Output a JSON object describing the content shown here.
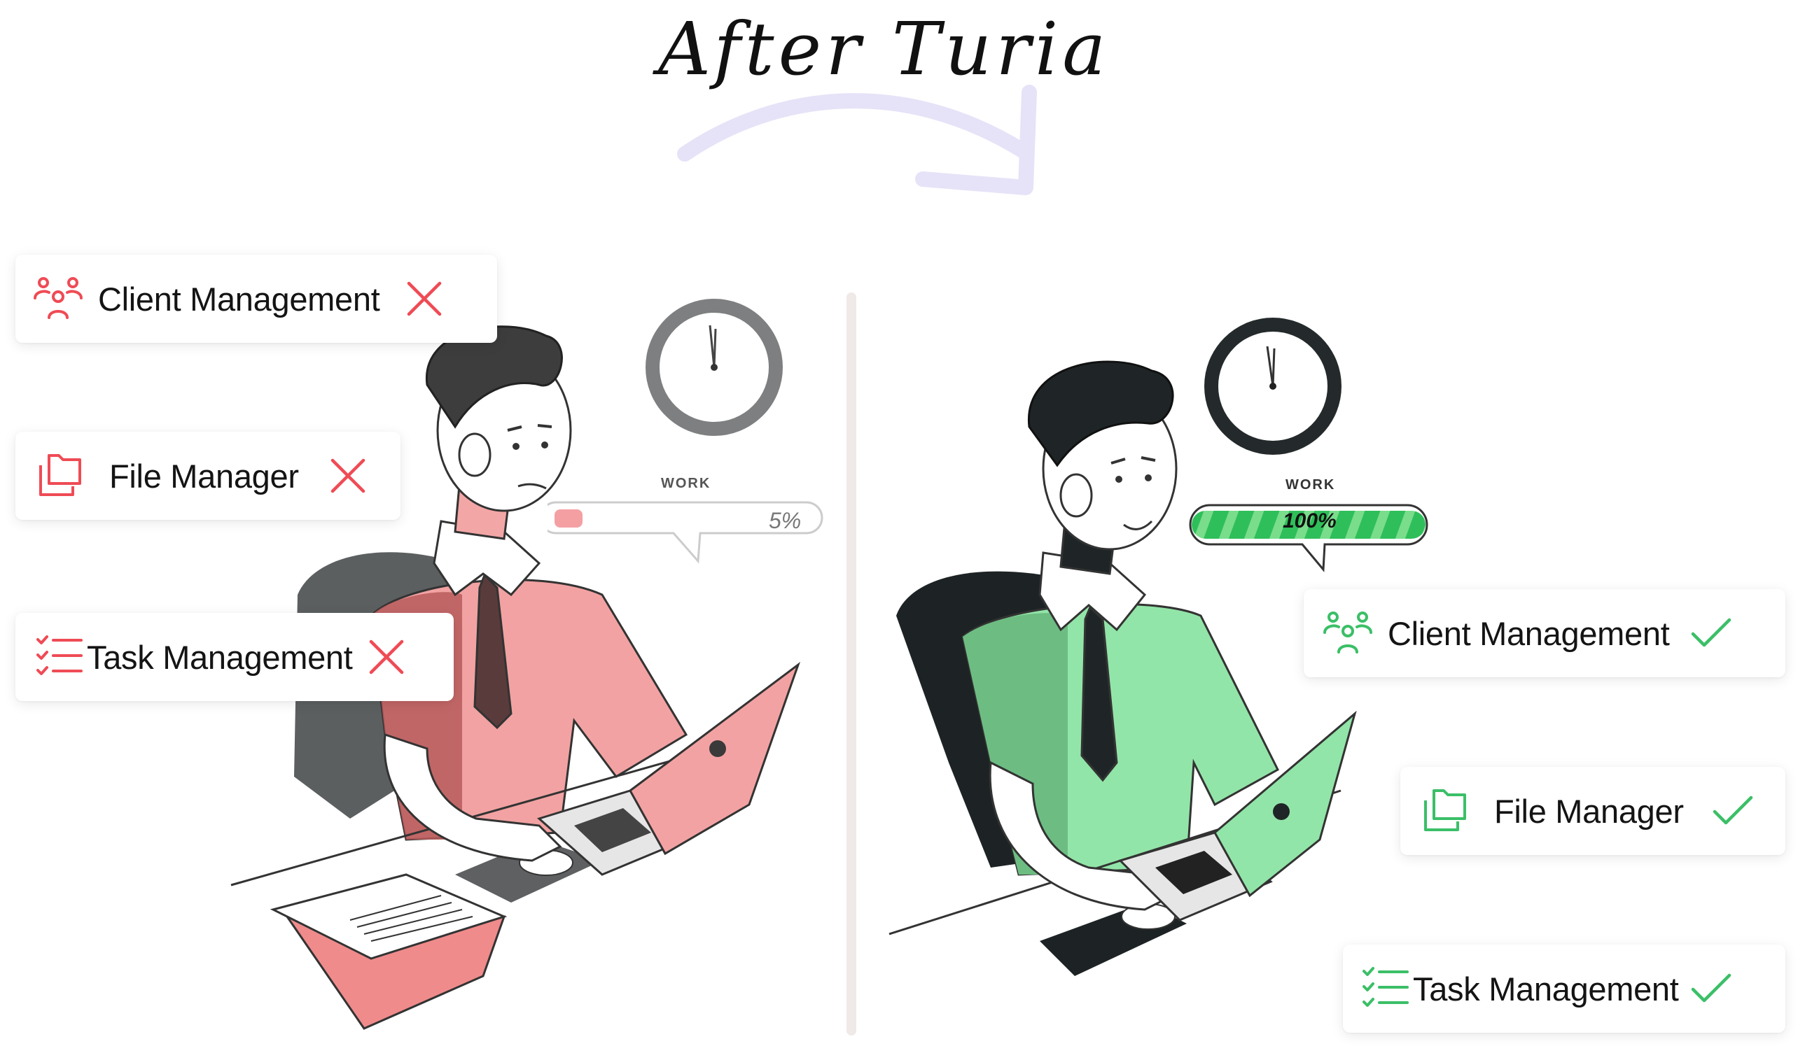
{
  "title": "After Turia",
  "colors": {
    "bad": "#ef4b55",
    "good": "#3bbf67",
    "divider": "#efe9e7",
    "arrow": "#e6e3f8"
  },
  "before": {
    "cards": [
      {
        "label": "Client Management",
        "icon": "users-icon",
        "status": "cross-icon"
      },
      {
        "label": "File Manager",
        "icon": "folders-icon",
        "status": "cross-icon"
      },
      {
        "label": "Task Management",
        "icon": "checklist-icon",
        "status": "cross-icon"
      }
    ],
    "work_label": "WORK",
    "progress_text": "5%",
    "progress": 0.05
  },
  "after": {
    "cards": [
      {
        "label": "Client Management",
        "icon": "users-icon",
        "status": "check-icon"
      },
      {
        "label": "File Manager",
        "icon": "folders-icon",
        "status": "check-icon"
      },
      {
        "label": "Task Management",
        "icon": "checklist-icon",
        "status": "check-icon"
      }
    ],
    "work_label": "WORK",
    "progress_text": "100%",
    "progress": 1.0
  }
}
